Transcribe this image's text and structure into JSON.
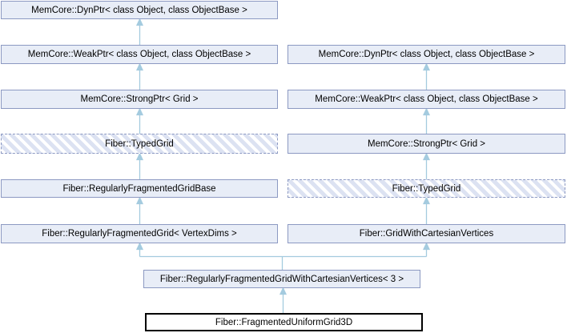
{
  "diagram": {
    "type": "class-inheritance-graph",
    "colors": {
      "node_fill": "#e8edf7",
      "node_border": "#8c99c2",
      "hatch_stripe": "#dce2f2",
      "current_node_border": "#000000",
      "arrow": "#a4cbdf",
      "text": "#000000",
      "background": "#ffffff"
    },
    "nodes": [
      {
        "id": "dynptr-left",
        "label": "MemCore::DynPtr< class Object, class ObjectBase >",
        "variant": "solid"
      },
      {
        "id": "weakptr-left",
        "label": "MemCore::WeakPtr< class Object, class ObjectBase >",
        "variant": "solid"
      },
      {
        "id": "strongptr-left",
        "label": "MemCore::StrongPtr< Grid >",
        "variant": "solid"
      },
      {
        "id": "typedgrid-left",
        "label": "Fiber::TypedGrid",
        "variant": "hatched"
      },
      {
        "id": "reg-frag-grid-base",
        "label": "Fiber::RegularlyFragmentedGridBase",
        "variant": "solid"
      },
      {
        "id": "reg-frag-grid",
        "label": "Fiber::RegularlyFragmentedGrid< VertexDims >",
        "variant": "solid"
      },
      {
        "id": "dynptr-right",
        "label": "MemCore::DynPtr< class Object, class ObjectBase >",
        "variant": "solid"
      },
      {
        "id": "weakptr-right",
        "label": "MemCore::WeakPtr< class Object, class ObjectBase >",
        "variant": "solid"
      },
      {
        "id": "strongptr-right",
        "label": "MemCore::StrongPtr< Grid >",
        "variant": "solid"
      },
      {
        "id": "typedgrid-right",
        "label": "Fiber::TypedGrid",
        "variant": "hatched"
      },
      {
        "id": "grid-with-cart",
        "label": "Fiber::GridWithCartesianVertices",
        "variant": "solid"
      },
      {
        "id": "reg-frag-cart",
        "label": "Fiber::RegularlyFragmentedGridWithCartesianVertices< 3 >",
        "variant": "solid"
      },
      {
        "id": "frag-uniform-3d",
        "label": "Fiber::FragmentedUniformGrid3D",
        "variant": "current"
      }
    ],
    "edges": [
      {
        "from": "weakptr-left",
        "to": "dynptr-left"
      },
      {
        "from": "strongptr-left",
        "to": "weakptr-left"
      },
      {
        "from": "typedgrid-left",
        "to": "strongptr-left"
      },
      {
        "from": "reg-frag-grid-base",
        "to": "typedgrid-left"
      },
      {
        "from": "reg-frag-grid",
        "to": "reg-frag-grid-base"
      },
      {
        "from": "weakptr-right",
        "to": "dynptr-right"
      },
      {
        "from": "strongptr-right",
        "to": "weakptr-right"
      },
      {
        "from": "typedgrid-right",
        "to": "strongptr-right"
      },
      {
        "from": "grid-with-cart",
        "to": "typedgrid-right"
      },
      {
        "from": "reg-frag-cart",
        "to": "reg-frag-grid"
      },
      {
        "from": "reg-frag-cart",
        "to": "grid-with-cart"
      },
      {
        "from": "frag-uniform-3d",
        "to": "reg-frag-cart"
      }
    ]
  }
}
